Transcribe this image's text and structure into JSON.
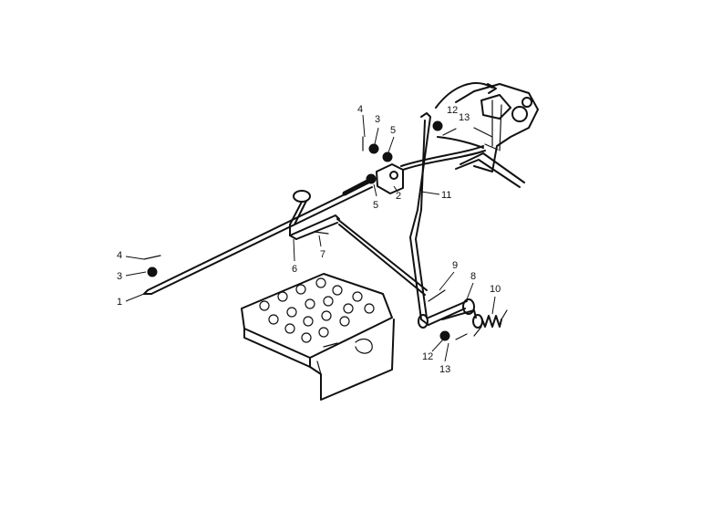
{
  "callouts": {
    "c1": "1",
    "c2": "2",
    "c3_left": "3",
    "c3_top": "3",
    "c4_left": "4",
    "c4_top": "4",
    "c5_top": "5",
    "c5_mid": "5",
    "c6": "6",
    "c7": "7",
    "c8": "8",
    "c9": "9",
    "c10": "10",
    "c11": "11",
    "c12_top": "12",
    "c12_bottom": "12",
    "c13_top": "13",
    "c13_bottom": "13"
  }
}
